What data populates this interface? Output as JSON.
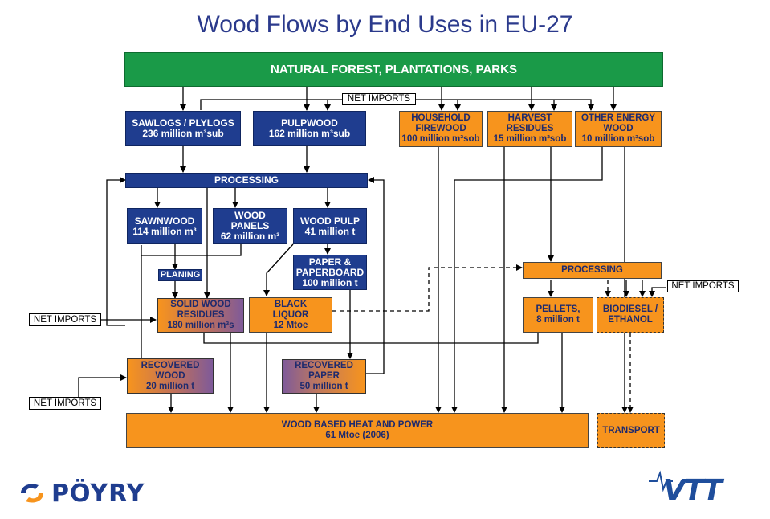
{
  "title": "Wood Flows by End Uses in EU-27",
  "nodes": {
    "forest": "NATURAL FOREST, PLANTATIONS, PARKS",
    "net_imports_top": "NET IMPORTS",
    "sawlogs": [
      "SAWLOGS / PLYLOGS",
      "236 million m³sub"
    ],
    "pulpwood": [
      "PULPWOOD",
      "162 million m³sub"
    ],
    "household_firewood": [
      "HOUSEHOLD",
      "FIREWOOD",
      "100 million m³sob"
    ],
    "harvest_residues": [
      "HARVEST",
      "RESIDUES",
      "15 million m³sob"
    ],
    "other_energy_wood": [
      "OTHER ENERGY",
      "WOOD",
      "10 million m³sob"
    ],
    "processing_left": "PROCESSING",
    "sawnwood": [
      "SAWNWOOD",
      "114 million m³"
    ],
    "wood_panels": [
      "WOOD",
      "PANELS",
      "62 million m³"
    ],
    "wood_pulp": [
      "WOOD PULP",
      "41 million t"
    ],
    "planing": "PLANING",
    "paper_paperboard": [
      "PAPER &",
      "PAPERBOARD",
      "100 million t"
    ],
    "processing_right": "PROCESSING",
    "net_imports_right": "NET IMPORTS",
    "net_imports_left": "NET IMPORTS",
    "solid_wood_residues": [
      "SOLID WOOD",
      "RESIDUES",
      "180 million m³s"
    ],
    "black_liquor": [
      "BLACK",
      "LIQUOR",
      "12 Mtoe"
    ],
    "pellets": [
      "PELLETS,",
      "8 million t"
    ],
    "biodiesel": [
      "BIODIESEL /",
      "ETHANOL"
    ],
    "recovered_wood": [
      "RECOVERED",
      "WOOD",
      "20 million t"
    ],
    "recovered_paper": [
      "RECOVERED",
      "PAPER",
      "50 million t"
    ],
    "net_imports_bottom": "NET IMPORTS",
    "heat_power": [
      "WOOD BASED HEAT AND POWER",
      "61 Mtoe (2006)"
    ],
    "transport": "TRANSPORT"
  },
  "logos": {
    "left": "PÖYRY",
    "right": "VTT"
  },
  "colors": {
    "green": "#1a9a48",
    "blue": "#1f3d8f",
    "orange": "#f7941d",
    "title": "#2b3a8c"
  }
}
